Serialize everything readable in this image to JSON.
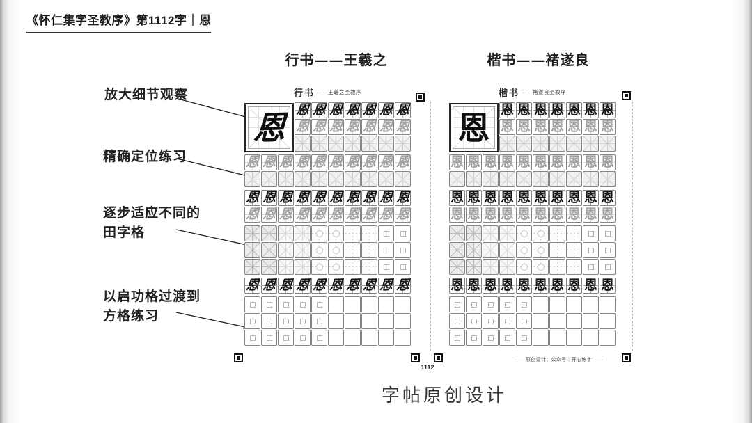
{
  "page": {
    "title": "《怀仁集字圣教序》第1112字｜恩",
    "caption": "字帖原创设计"
  },
  "column_headers": {
    "left": "行书——王羲之",
    "right": "楷书——褚遂良"
  },
  "annotations": [
    {
      "lines": [
        "放大细节观察"
      ]
    },
    {
      "lines": [
        "精确定位练习"
      ]
    },
    {
      "lines": [
        "逐步适应不同的",
        "田字格"
      ]
    },
    {
      "lines": [
        "以启功格过渡到",
        "方格练习"
      ]
    }
  ],
  "sheets": [
    {
      "script_name": "行书",
      "source_label": "——王羲之圣教序",
      "character": "恩",
      "page_number": "1112"
    },
    {
      "script_name": "楷书",
      "source_label": "——褚遂良圣教序",
      "character": "恩",
      "footer": "—— 原创设计：公众号｜开心练字 ——"
    }
  ],
  "practice_grid": {
    "columns": 10,
    "rows": [
      {
        "offset": true,
        "pattern": {
          "repeat": 7,
          "type": "char-dark"
        }
      },
      {
        "offset": true,
        "pattern": {
          "repeat": 7,
          "type": "char-light"
        }
      },
      {
        "offset": true,
        "pattern": {
          "repeat": 7,
          "type": "grid-faint"
        }
      },
      {
        "gap": true,
        "pattern": {
          "repeat": 10,
          "type": "char-light"
        }
      },
      {
        "pattern": {
          "repeat": 10,
          "type": "grid-faint"
        }
      },
      {
        "gap": true,
        "pattern": {
          "repeat": 10,
          "type": "char-dark"
        }
      },
      {
        "pattern": {
          "repeat": 10,
          "type": "char-light"
        }
      },
      {
        "gap": true,
        "pattern": {
          "types": [
            "mi",
            "mi",
            "mi-light",
            "mi-light",
            "circle",
            "circle",
            "dash",
            "dash",
            "sq",
            "sq"
          ]
        }
      },
      {
        "pattern": {
          "types": [
            "mi",
            "mi",
            "mi-light",
            "mi-light",
            "circle",
            "circle",
            "dash",
            "dash",
            "sq",
            "sq"
          ]
        }
      },
      {
        "pattern": {
          "types": [
            "mi",
            "mi",
            "mi-light",
            "mi-light",
            "circle",
            "circle",
            "dash",
            "dash",
            "sq",
            "sq"
          ]
        }
      },
      {
        "gap": true,
        "pattern": {
          "repeat": 10,
          "type": "char-dark"
        }
      },
      {
        "gap": true,
        "pattern": {
          "types": [
            "sq",
            "sq",
            "sq",
            "sq",
            "sq",
            "plain",
            "plain",
            "plain",
            "plain",
            "plain"
          ]
        }
      },
      {
        "pattern": {
          "types": [
            "sq",
            "sq",
            "sq",
            "sq",
            "sq",
            "plain",
            "plain",
            "plain",
            "plain",
            "plain"
          ]
        }
      },
      {
        "pattern": {
          "types": [
            "sq",
            "sq",
            "sq",
            "sq",
            "sq",
            "plain",
            "plain",
            "plain",
            "plain",
            "plain"
          ]
        }
      }
    ]
  },
  "colors": {
    "ink": "#1a1a1a",
    "tracing_gray": "#a2a2a2",
    "guide_line": "#d2d2d2"
  },
  "icons": {
    "registration_mark": "nested-black-squares"
  }
}
